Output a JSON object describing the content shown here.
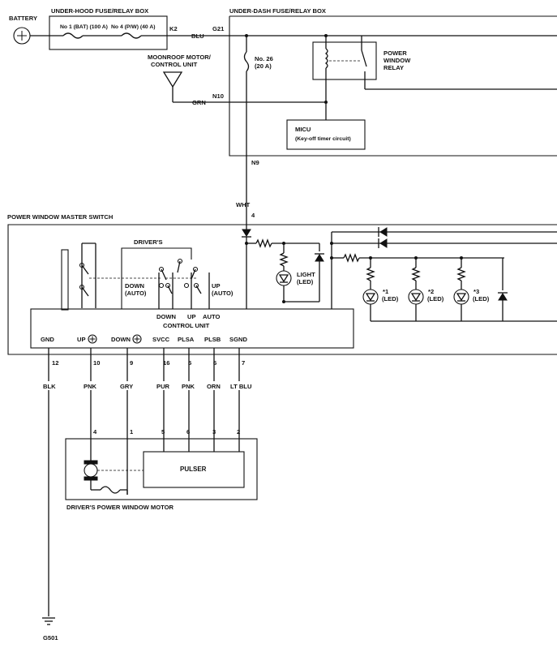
{
  "diagram": {
    "battery": "BATTERY",
    "under_hood_box": "UNDER-HOOD FUSE/RELAY BOX",
    "fuse_1": "No 1 (BAT) (100 A)",
    "fuse_4": "No 4 (P/W) (40 A)",
    "k2": "K2",
    "blu": "BLU",
    "g21": "G21",
    "under_dash_box": "UNDER-DASH FUSE/RELAY BOX",
    "fuse_26": "No. 26",
    "fuse_26_rating": "(20 A)",
    "relay_line1": "POWER",
    "relay_line2": "WINDOW",
    "relay_line3": "RELAY",
    "moonroof_line1": "MOONROOF MOTOR/",
    "moonroof_line2": "CONTROL UNIT",
    "grn": "GRN",
    "n10": "N10",
    "micu": "MICU",
    "micu_sub": "(Key-off timer circuit)",
    "n9": "N9",
    "wht": "WHT",
    "pin_4_top": "4",
    "master_switch": "POWER WINDOW MASTER SWITCH",
    "drivers": "DRIVER'S",
    "down_label": "DOWN",
    "auto_label": "(AUTO)",
    "up_label": "UP",
    "light_label": "LIGHT",
    "led_label": "(LED)",
    "led1": "*1",
    "led2": "*2",
    "led3": "*3",
    "cu_down": "DOWN",
    "cu_up": "UP",
    "cu_auto": "AUTO",
    "control_unit": "CONTROL UNIT",
    "terminals": [
      "GND",
      "UP",
      "DOWN",
      "SVCC",
      "PLSA",
      "PLSB",
      "SGND"
    ],
    "pins": [
      "12",
      "10",
      "9",
      "16",
      "5",
      "6",
      "7"
    ],
    "wires": [
      "BLK",
      "PNK",
      "GRY",
      "PUR",
      "PNK",
      "ORN",
      "LT BLU"
    ],
    "motor_pins": [
      "4",
      "1",
      "5",
      "6",
      "3",
      "2"
    ],
    "pulser": "PULSER",
    "motor": "DRIVER'S POWER WINDOW MOTOR",
    "ground": "G501"
  }
}
